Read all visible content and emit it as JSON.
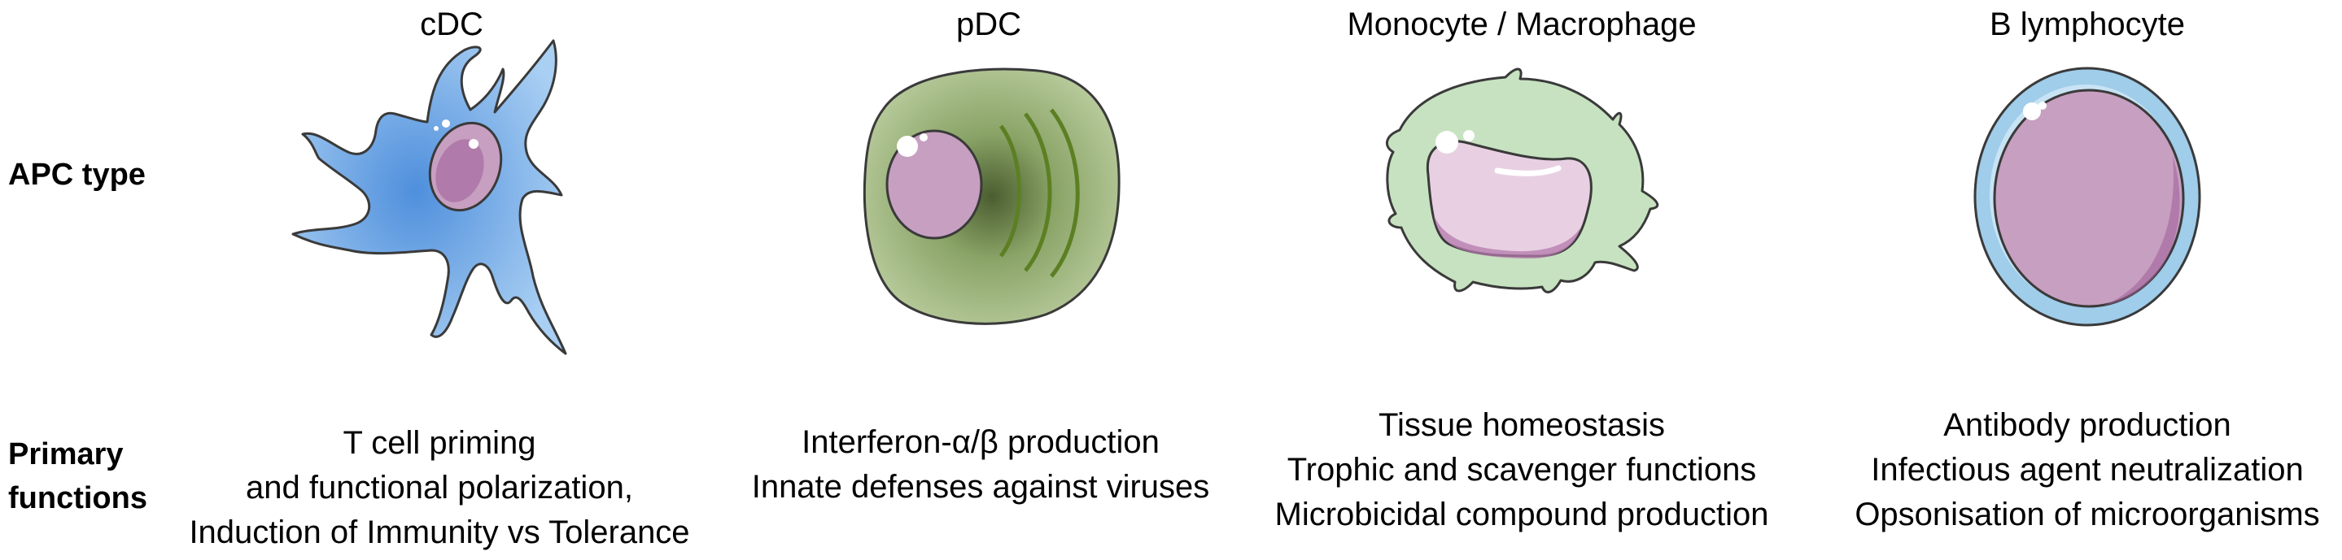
{
  "row_labels": {
    "apc_type": "APC type",
    "primary_functions": [
      "Primary",
      "functions"
    ]
  },
  "columns": [
    {
      "title": "cDC",
      "functions": [
        "T cell priming",
        "and functional polarization,",
        "Induction of Immunity vs Tolerance"
      ],
      "cell_icon": "dendritic-cell-icon"
    },
    {
      "title": "pDC",
      "functions": [
        "Interferon-α/β production",
        "Innate defenses against viruses"
      ],
      "cell_icon": "plasmacytoid-cell-icon"
    },
    {
      "title": "Monocyte / Macrophage",
      "functions": [
        "Tissue homeostasis",
        "Trophic and scavenger functions",
        "Microbicidal compound production"
      ],
      "cell_icon": "macrophage-cell-icon"
    },
    {
      "title": "B lymphocyte",
      "functions": [
        "Antibody production",
        "Infectious agent neutralization",
        "Opsonisation of microorganisms"
      ],
      "cell_icon": "b-lymphocyte-cell-icon"
    }
  ],
  "colors": {
    "cdc_body": "#8fbfee",
    "cdc_core": "#4f8fdc",
    "pdc_body": "#a9bf86",
    "pdc_core": "#5f7a3c",
    "macrophage_body": "#c7e2c0",
    "bcell_ring": "#9fcdea",
    "nucleus": "#c79fc0",
    "nucleus_dark": "#9c5c98",
    "outline": "#3a3a3a"
  }
}
